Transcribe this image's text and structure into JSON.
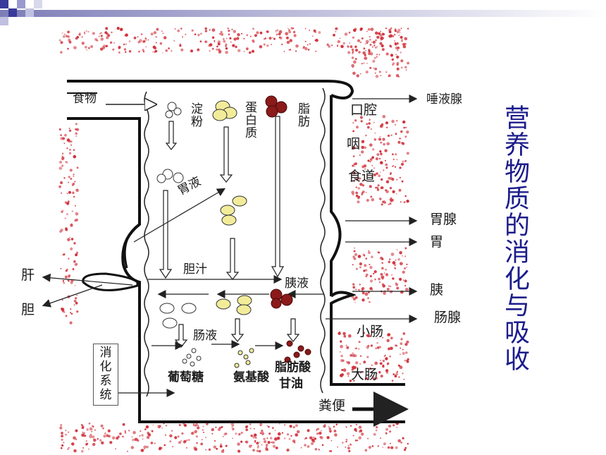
{
  "title": "营养物质的消化与吸收",
  "colors": {
    "title": "#1c1c8c",
    "dots": "#d0303a",
    "fat": "#8b1a1a",
    "protein": "#f2ec9a",
    "arrow": "#222222"
  },
  "labels": {
    "food": "食物",
    "starch": "淀粉",
    "protein": "蛋白质",
    "fat": "脂肪",
    "mouth": "口腔",
    "pharynx": "咽",
    "esophagus": "食道",
    "salivary_gland": "唾液腺",
    "gastric_juice": "胃液",
    "gastric_gland": "胃腺",
    "stomach": "胃",
    "liver": "肝",
    "gallbladder": "胆",
    "bile": "胆汁",
    "pancreatic_juice": "胰液",
    "pancreas": "胰",
    "intestinal_gland": "肠腺",
    "intestinal_juice": "肠液",
    "small_intestine": "小肠",
    "large_intestine": "大肠",
    "glucose": "葡萄糖",
    "amino_acid": "氨基酸",
    "fatty_acid": "脂肪酸",
    "glycerol": "甘油",
    "digestive_system": "消化系统",
    "feces": "粪便"
  }
}
